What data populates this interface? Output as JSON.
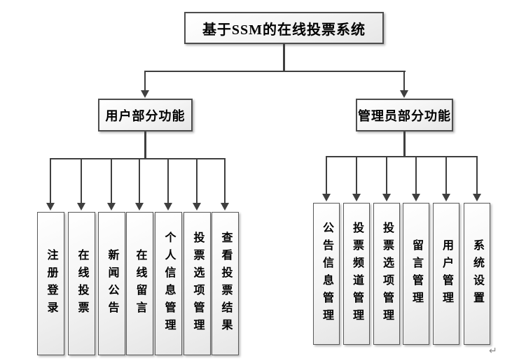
{
  "root": {
    "label": "基于SSM的在线投票系统"
  },
  "branches": [
    {
      "label": "用户部分功能",
      "children": [
        "注册登录",
        "在线投票",
        "新闻公告",
        "在线留言",
        "个人信息管理",
        "投票选项管理",
        "查看投票结果"
      ]
    },
    {
      "label": "管理员部分功能",
      "children": [
        "公告信息管理",
        "投票频道管理",
        "投票选项管理",
        "留言管理",
        "用户管理",
        "系统设置"
      ]
    }
  ],
  "page": {
    "background": "#ffffff",
    "return_mark": "↵"
  },
  "colors": {
    "connector": "#3f3f3f",
    "node_border": "#4d4d4d",
    "node_fill_top": "#ffffff",
    "node_fill_bottom": "#e7e7e7"
  }
}
